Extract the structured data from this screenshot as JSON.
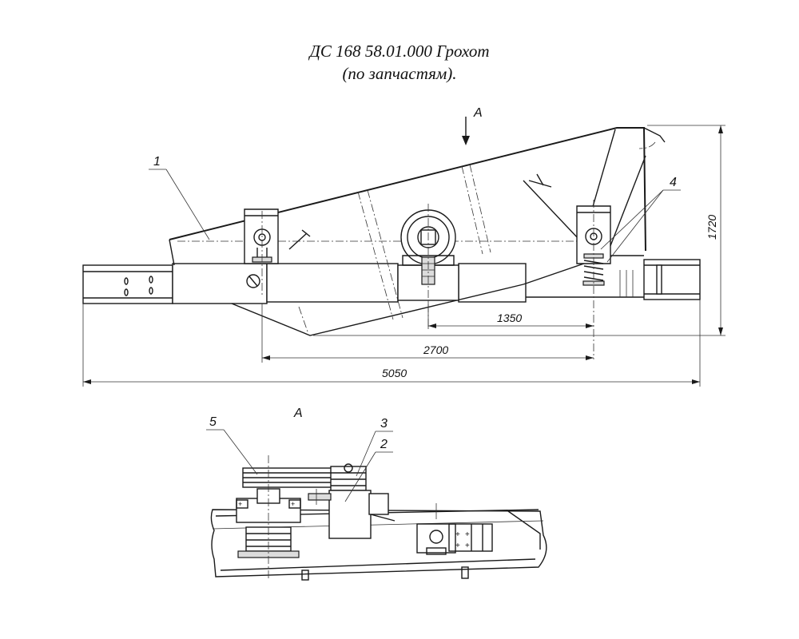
{
  "title": {
    "line1": "ДС 168 58.01.000 Грохот",
    "line2": "(по запчастям)."
  },
  "view_arrow_label": "А",
  "section_label": "А",
  "dimensions": {
    "d1350": "1350",
    "d2700": "2700",
    "d5050": "5050",
    "d1720": "1720"
  },
  "callouts": {
    "c1": "1",
    "c2": "2",
    "c3": "3",
    "c4": "4",
    "c5": "5"
  }
}
